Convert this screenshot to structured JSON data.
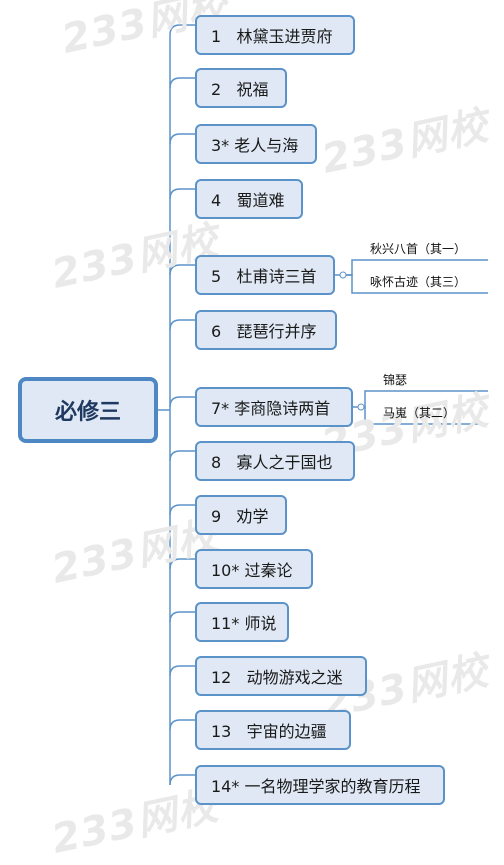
{
  "root": {
    "label": "必修三"
  },
  "items": [
    {
      "label": "1   林黛玉进贾府"
    },
    {
      "label": "2   祝福"
    },
    {
      "label": "3* 老人与海"
    },
    {
      "label": "4   蜀道难"
    },
    {
      "label": "5   杜甫诗三首",
      "children": [
        "秋兴八首（其一）",
        "咏怀古迹（其三）"
      ]
    },
    {
      "label": "6   琵琶行并序"
    },
    {
      "label": "7* 李商隐诗两首",
      "children": [
        "锦瑟",
        "马嵬（其二）"
      ]
    },
    {
      "label": "8   寡人之于国也"
    },
    {
      "label": "9   劝学"
    },
    {
      "label": "10* 过秦论"
    },
    {
      "label": "11* 师说"
    },
    {
      "label": "12   动物游戏之迷"
    },
    {
      "label": "13   宇宙的边疆"
    },
    {
      "label": "14* 一名物理学家的教育历程"
    }
  ],
  "watermark": {
    "text": "233网校"
  },
  "colors": {
    "line": "#5b93c9",
    "node_fill": "#dfe8f4",
    "root_border": "#4d88c4"
  }
}
